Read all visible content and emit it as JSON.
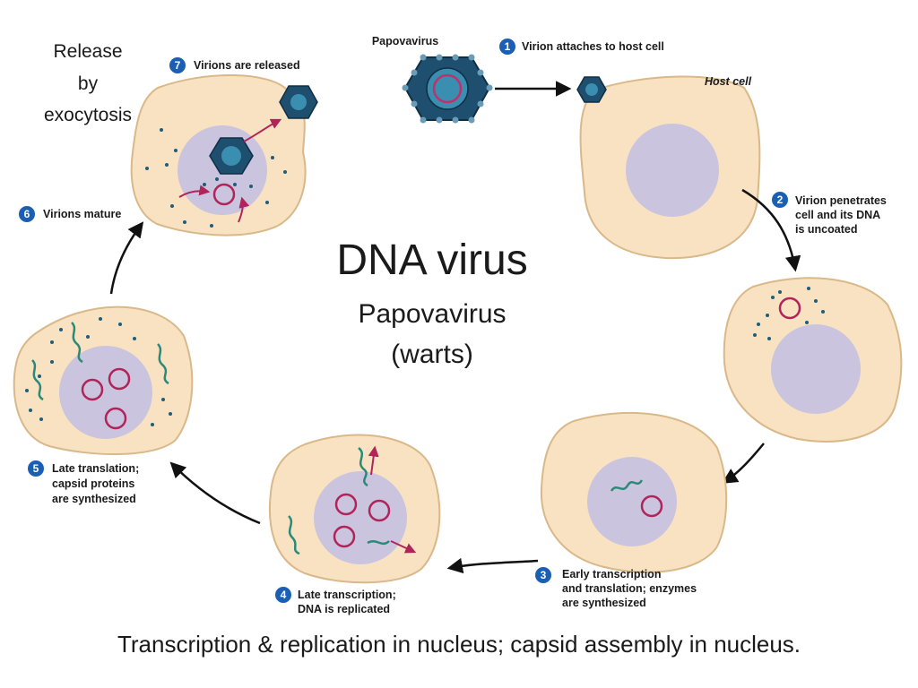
{
  "title": "DNA virus",
  "subtitle_line1": "Papovavirus",
  "subtitle_line2": "(warts)",
  "corner_note": [
    "Release",
    "by",
    "exocytosis"
  ],
  "virus_label": "Papovavirus",
  "host_cell_label": "Host cell",
  "steps": [
    {
      "num": "1",
      "lines": [
        "Virion attaches to host cell"
      ]
    },
    {
      "num": "2",
      "lines": [
        "Virion penetrates",
        "cell and its DNA",
        "is uncoated"
      ]
    },
    {
      "num": "3",
      "lines": [
        "Early transcription",
        "and translation; enzymes",
        "are synthesized"
      ]
    },
    {
      "num": "4",
      "lines": [
        "Late transcription;",
        "DNA is replicated"
      ]
    },
    {
      "num": "5",
      "lines": [
        "Late translation;",
        "capsid proteins",
        "are synthesized"
      ]
    },
    {
      "num": "6",
      "lines": [
        "Virions mature"
      ]
    },
    {
      "num": "7",
      "lines": [
        "Virions are released"
      ]
    }
  ],
  "caption": "Transcription & replication in nucleus; capsid assembly in nucleus.",
  "colors": {
    "cell": "#f8e2c2",
    "cell_stroke": "#d9b88a",
    "nucleus": "#cac4df",
    "dna_circle": "#b0245a",
    "mrna": "#2a8a7a",
    "capsid": "#1e4f6e",
    "badge": "#1b5fb5"
  }
}
